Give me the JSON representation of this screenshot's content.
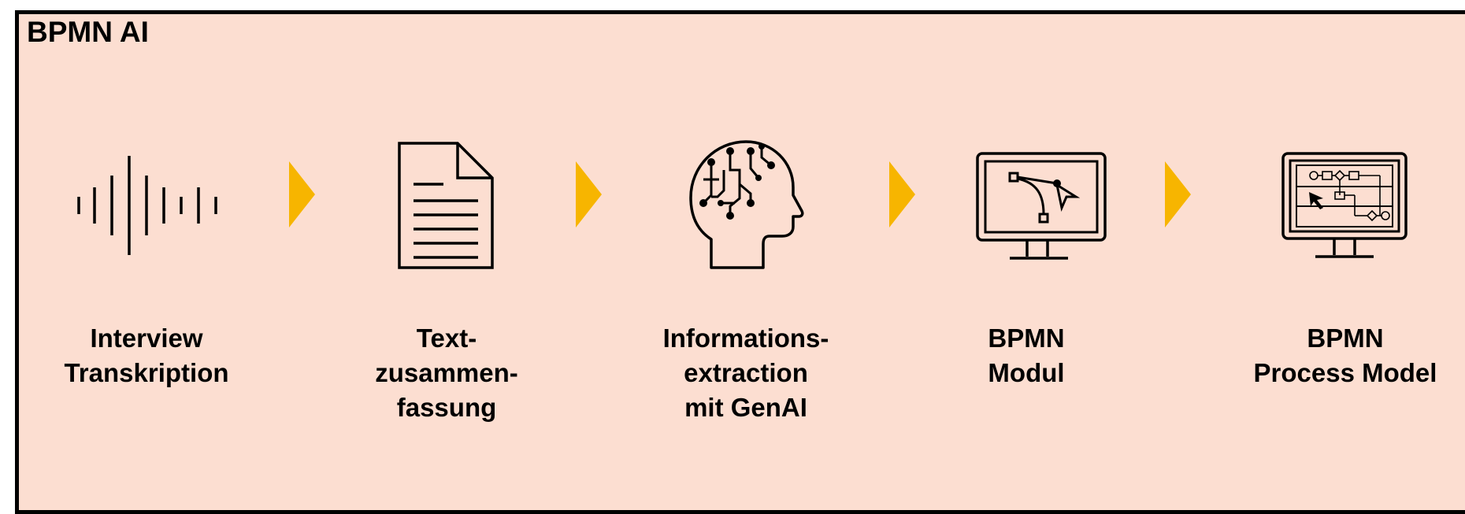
{
  "title": "BPMN AI",
  "colors": {
    "background": "#fcded1",
    "border": "#000000",
    "arrow": "#f7b500"
  },
  "steps": [
    {
      "icon": "audio-waveform-icon",
      "label_lines": [
        "Interview",
        "Transkription"
      ]
    },
    {
      "icon": "document-icon",
      "label_lines": [
        "Text-",
        "zusammen-",
        "fassung"
      ]
    },
    {
      "icon": "ai-head-circuit-icon",
      "label_lines": [
        "Informations-",
        "extraction",
        "mit GenAI"
      ]
    },
    {
      "icon": "monitor-bezier-icon",
      "label_lines": [
        "BPMN",
        "Modul"
      ]
    },
    {
      "icon": "monitor-process-model-icon",
      "label_lines": [
        "BPMN",
        "Process Model"
      ]
    }
  ]
}
